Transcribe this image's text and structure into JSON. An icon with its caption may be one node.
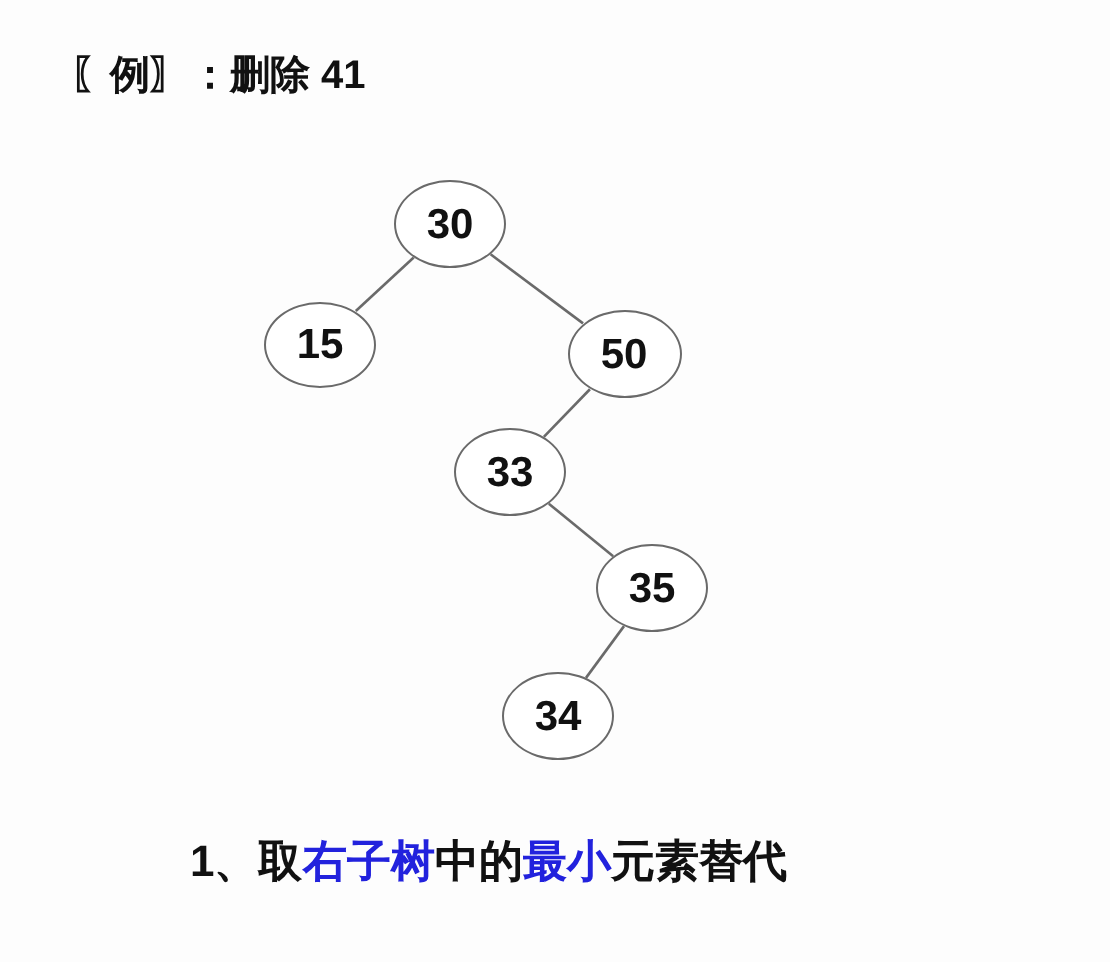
{
  "diagram": {
    "title": "〖例〗：删除 41",
    "nodes": [
      {
        "text": [
          "30"
        ]
      },
      {
        "text": [
          "15"
        ]
      },
      {
        "text": [
          "50"
        ]
      },
      {
        "text": [
          "33"
        ]
      },
      {
        "text": [
          "35"
        ]
      },
      {
        "text": [
          "34"
        ]
      }
    ],
    "edges": [
      {
        "from": 0,
        "to": 1,
        "arrow": "none"
      },
      {
        "from": 0,
        "to": 2,
        "arrow": "none"
      },
      {
        "from": 2,
        "to": 3,
        "arrow": "none"
      },
      {
        "from": 3,
        "to": 4,
        "arrow": "none"
      },
      {
        "from": 4,
        "to": 5,
        "arrow": "none"
      }
    ],
    "caption": "1、取右子树中的最小元素替代"
  }
}
